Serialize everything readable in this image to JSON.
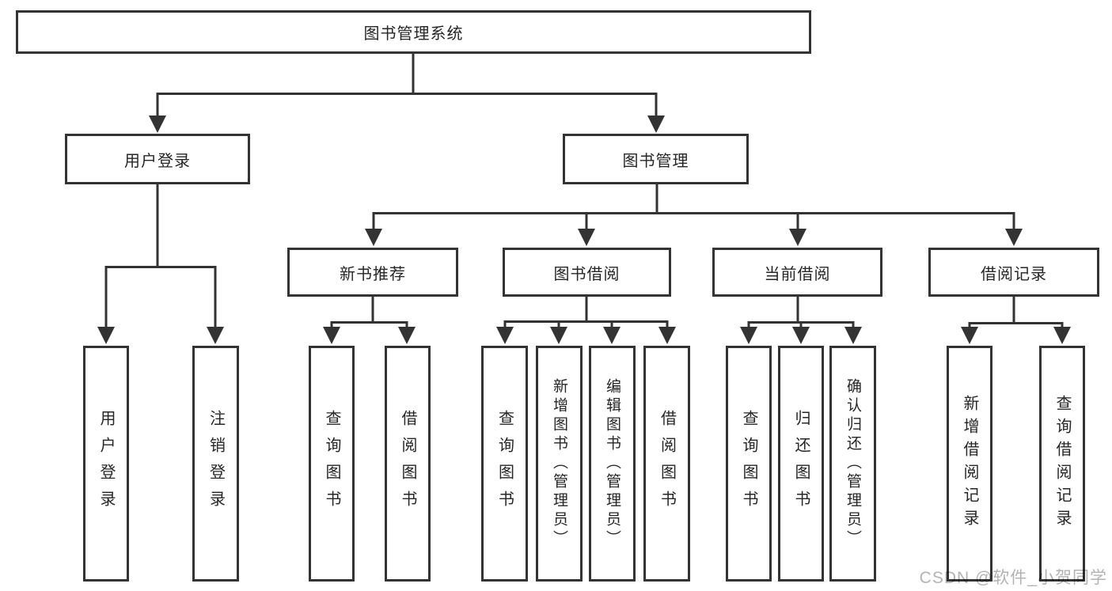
{
  "diagram": {
    "root": "图书管理系统",
    "level2": {
      "user_login": "用户登录",
      "book_mgmt": "图书管理"
    },
    "level3": {
      "new_book": "新书推荐",
      "book_borrow": "图书借阅",
      "current_borrow": "当前借阅",
      "borrow_records": "借阅记录"
    },
    "leaves": {
      "user_login": [
        "用户登录",
        "注销登录"
      ],
      "new_book": [
        "查询图书",
        "借阅图书"
      ],
      "book_borrow": [
        "查询图书",
        "新增图书（管理员）",
        "编辑图书（管理员）",
        "借阅图书"
      ],
      "current_borrow": [
        "查询图书",
        "归还图书",
        "确认归还（管理员）"
      ],
      "borrow_records": [
        "新增借阅记录",
        "查询借阅记录"
      ]
    }
  },
  "watermark": "CSDN @软件_小贺同学",
  "colors": {
    "line": "#333333",
    "text": "#262626",
    "watermark": "#b3b3b3",
    "background": "#ffffff"
  }
}
